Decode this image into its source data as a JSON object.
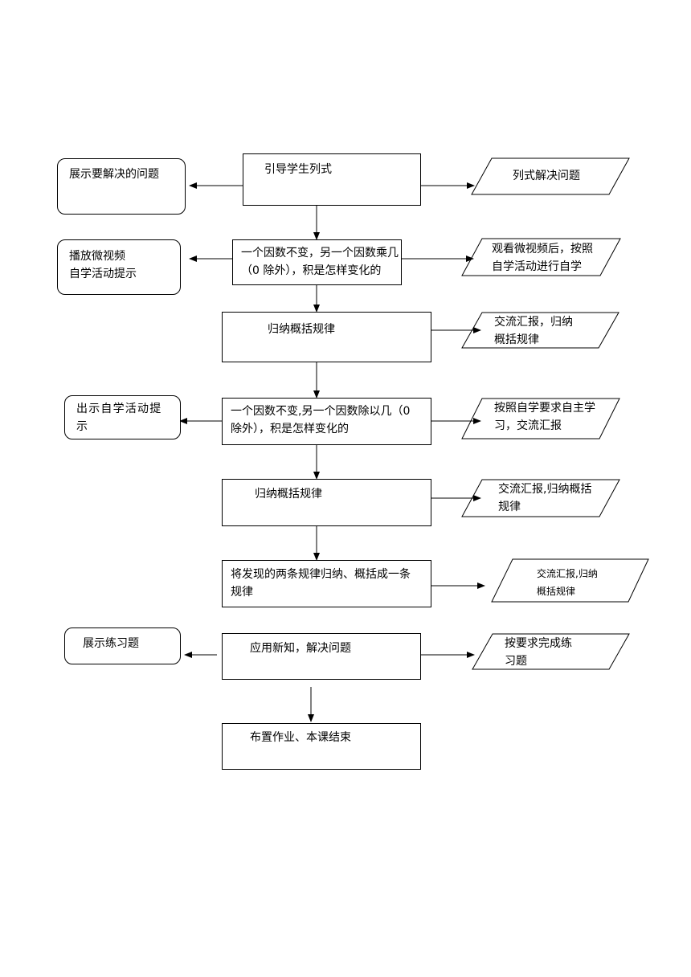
{
  "center": [
    {
      "id": "c1",
      "text": "引导学生列式"
    },
    {
      "id": "c2",
      "text": "一个因数不变，另一个因数乘几\n（0 除外），积是怎样变化的"
    },
    {
      "id": "c3",
      "text": "归纳概括规律"
    },
    {
      "id": "c4",
      "text": "一个因数不变,另一个因数除以几（0\n除外），积是怎样变化的"
    },
    {
      "id": "c5",
      "text": "归纳概括规律"
    },
    {
      "id": "c6",
      "text": "将发现的两条规律归纳、概括成一条\n规律"
    },
    {
      "id": "c7",
      "text": "应用新知，解决问题"
    },
    {
      "id": "c8",
      "text": "布置作业、本课结束"
    }
  ],
  "left": [
    {
      "id": "l1",
      "text": "展示要解决的问题"
    },
    {
      "id": "l2",
      "text": "播放微视频\n自学活动提示"
    },
    {
      "id": "l3",
      "text": "出示自学活动提\n示"
    },
    {
      "id": "l4",
      "text": "展示练习题"
    }
  ],
  "right": [
    {
      "id": "r1",
      "text": "列式解决问题"
    },
    {
      "id": "r2",
      "text": "观看微视频后，按照\n自学活动进行自学"
    },
    {
      "id": "r3",
      "text": "交流汇报，归纳\n概括规律"
    },
    {
      "id": "r4",
      "text": "按照自学要求自主学\n习，交流汇报"
    },
    {
      "id": "r5",
      "text": "交流汇报,归纳概括\n规律"
    },
    {
      "id": "r6",
      "text": "交流汇报,归纳\n概括规律"
    },
    {
      "id": "r7",
      "text": "按要求完成练\n习题"
    }
  ]
}
